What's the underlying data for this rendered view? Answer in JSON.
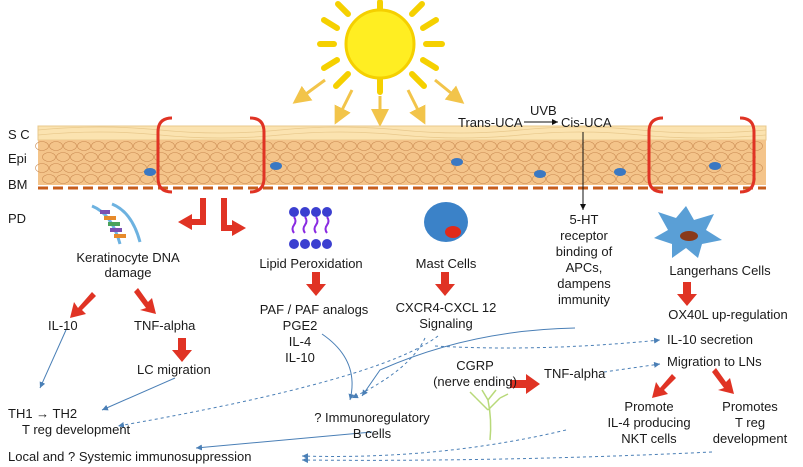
{
  "layers": {
    "sc": "S C",
    "epi": "Epi",
    "bm": "BM",
    "pd": "PD"
  },
  "uv": {
    "trans": "Trans-UCA",
    "uvb": "UVB",
    "cis": "Cis-UCA"
  },
  "nodes": {
    "dna": "Keratinocyte DNA\ndamage",
    "il10_left": "IL-10",
    "tnf_left": "TNF-alpha",
    "lc_migration": "LC migration",
    "th": "TH1 → TH2",
    "treg_dev": "T reg development",
    "lipid": "Lipid Peroxidation",
    "paf": "PAF / PAF analogs",
    "paf_products": "PGE2\nIL-4\nIL-10",
    "mast": "Mast Cells",
    "cxcr4": "CXCR4-CXCL 12\nSignaling",
    "ht": "5-HT\nreceptor\nbinding of\nAPCs,\ndampens\nimmunity",
    "langerhans": "Langerhans Cells",
    "ox40l": "OX40L up-regulation",
    "il10_secretion": "IL-10 secretion",
    "migration_lns": "Migration to LNs",
    "cgrp": "CGRP\n(nerve ending)",
    "tnf_right": "TNF-alpha",
    "nkt": "Promote\nIL-4 producing\nNKT cells",
    "treg_promote": "Promotes\nT reg\ndevelopment",
    "b_cells": "? Immunoregulatory\nB cells",
    "immunosuppression": "Local and ? Systemic immunosuppression"
  },
  "colors": {
    "sun": "#ffee22",
    "rays": "#f2c44a",
    "skin": "#f4c48a",
    "red": "#e03324",
    "blue_line": "#4a7fb6",
    "mast": "#3b82c8",
    "lc": "#5a9fd6"
  }
}
